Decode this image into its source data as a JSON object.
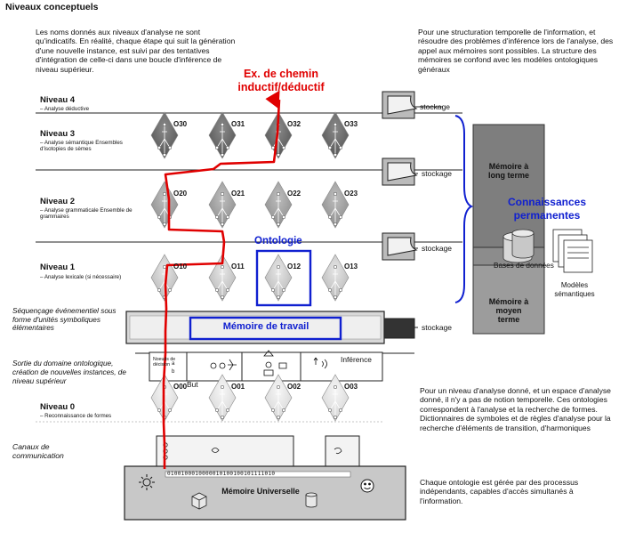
{
  "title": "Niveaux conceptuels",
  "intro_left": "Les noms donnés aux niveaux d'analyse ne sont qu'indicatifs. En réalité, chaque étape qui suit la génération d'une nouvelle instance, est suivi par des tentatives d'intégration de celle-ci dans une boucle d'inférence de niveau supérieur.",
  "intro_right": "Pour une structuration temporelle de l'information, et résoudre des problèmes d'inférence lors de l'analyse, des appel aux mémoires sont possibles. La structure des mémoires se confond avec les modèles ontologiques généraux",
  "path_label": "Ex. de chemin inductif/déductif",
  "levels": [
    {
      "name": "Niveau 4",
      "desc": "– Analyse déductive",
      "ontologies": []
    },
    {
      "name": "Niveau 3",
      "desc": "– Analyse sémantique Ensembles d'isotopies de sèmes",
      "ontologies": [
        "O30",
        "O31",
        "O32",
        "O33"
      ]
    },
    {
      "name": "Niveau 2",
      "desc": "– Analyse grammaticale Ensemble de grammaires",
      "ontologies": [
        "O20",
        "O21",
        "O22",
        "O23"
      ]
    },
    {
      "name": "Niveau 1",
      "desc": "– Analyse lexicale (si nécessaire)",
      "ontologies": [
        "O10",
        "O11",
        "O12",
        "O13"
      ]
    },
    {
      "name": "Niveau 0",
      "desc": "– Reconnaissance de formes",
      "ontologies": [
        "O00",
        "O01",
        "O02",
        "O03"
      ]
    }
  ],
  "ontologie_label": "Ontologie",
  "sequencage": "Séquençage événementiel sous forme d'unités symboliques élémentaires",
  "memoire_travail": "Mémoire de travail",
  "stockage": "stockage",
  "memoire_long": "Mémoire à long terme",
  "connaissances": "Connaissances permanentes",
  "bases_donnees": "Bases de données",
  "modeles_semantiques": "Modèles sémantiques",
  "memoire_moyen": "Mémoire à moyen terme",
  "sortie_domaine": "Sortie du domaine ontologique, création de nouvelles instances, de niveau supérieur",
  "noeuds_label": "Noeuds de décision",
  "but": "But",
  "inference": "Inférence",
  "canaux": "Canaux de communication",
  "memoire_universelle": "Mémoire Universelle",
  "binary_stream": "0100100010000010100100101111010",
  "note_right_1": "Pour un niveau d'analyse donné, et un espace d'analyse donné, il n'y a pas de notion temporelle. Ces ontologies correspondent à l'analyse et la recherche de formes. Dictionnaires de symboles et de règles d'analyse pour la recherche d'éléments de transition, d'harmoniques",
  "note_right_2": "Chaque ontologie est gérée par des processus indépendants, capables d'accès simultanés à l'information.",
  "colors": {
    "path_red": "#e00000",
    "highlight_blue": "#1020d0",
    "panel_gray": "#8c8c8c",
    "memory_gray": "#c8c8c8"
  }
}
